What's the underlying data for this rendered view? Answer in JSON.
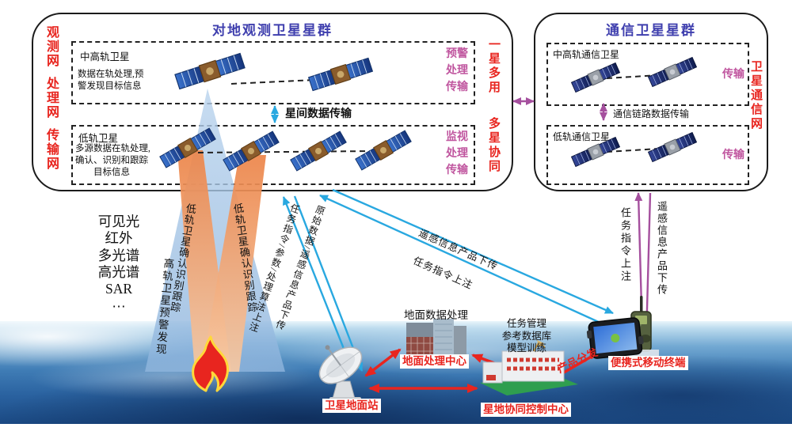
{
  "obs_box": {
    "title": "对地观测卫星星群",
    "left_labels": [
      "观测网",
      "处理网",
      "传输网"
    ],
    "high_orbit": {
      "label": "中高轨卫星",
      "desc": "数据在轨处理,预\n警发现目标信息",
      "side": "预警\n处理\n传输"
    },
    "inter_link": "星间数据传输",
    "low_orbit": {
      "label": "低轨卫星",
      "desc": "多源数据在轨处理,\n确认、识别和跟踪\n　　目标信息",
      "side": "监视\n处理\n传输"
    },
    "right_top": "一星多用",
    "right_bottom": "多星协同"
  },
  "comm_box": {
    "title": "通信卫星星群",
    "high_label": "中高轨通信卫星",
    "low_label": "低轨通信卫星",
    "trans_top": "传输",
    "trans_bottom": "传输",
    "link_label": "通信链路数据传输",
    "side": "卫星通信网"
  },
  "sensors": {
    "text": "可见光\n红外\n多光谱\n高光谱\nSAR\n⋯"
  },
  "beams": {
    "high_orbit": "高轨卫星预警发现",
    "low_orbit_1": "低轨卫星确认识别跟踪",
    "low_orbit_2": "低轨卫星确认识别跟踪"
  },
  "links": {
    "uplink_left": "任务指令/参数/处理算法上注",
    "downlink_left": "原始数据/遥感信息产品下传",
    "rs_product_down": "遥感信息产品下传",
    "task_up": "任务指令上注",
    "comm_task_up": "任务指令上注",
    "comm_rs_down": "遥感信息产品下传",
    "distribute": "产品分发"
  },
  "ground": {
    "station": "卫星地面站",
    "data_processing": "地面数据处理",
    "processing_center": "地面处理中心",
    "control_center": "星地协同控制中心",
    "terminal": "便携式移动终端",
    "tasks": "任务管理\n参考数据库\n模型训练"
  },
  "colors": {
    "red": "#e8251f",
    "cyan_link": "#29a8e0",
    "purple_link": "#a5509e",
    "magenta_text": "#c0569f",
    "title_blue": "#3f3fae",
    "beam_blue": "#a9c9e8",
    "beam_orange": "#ef9a62"
  }
}
